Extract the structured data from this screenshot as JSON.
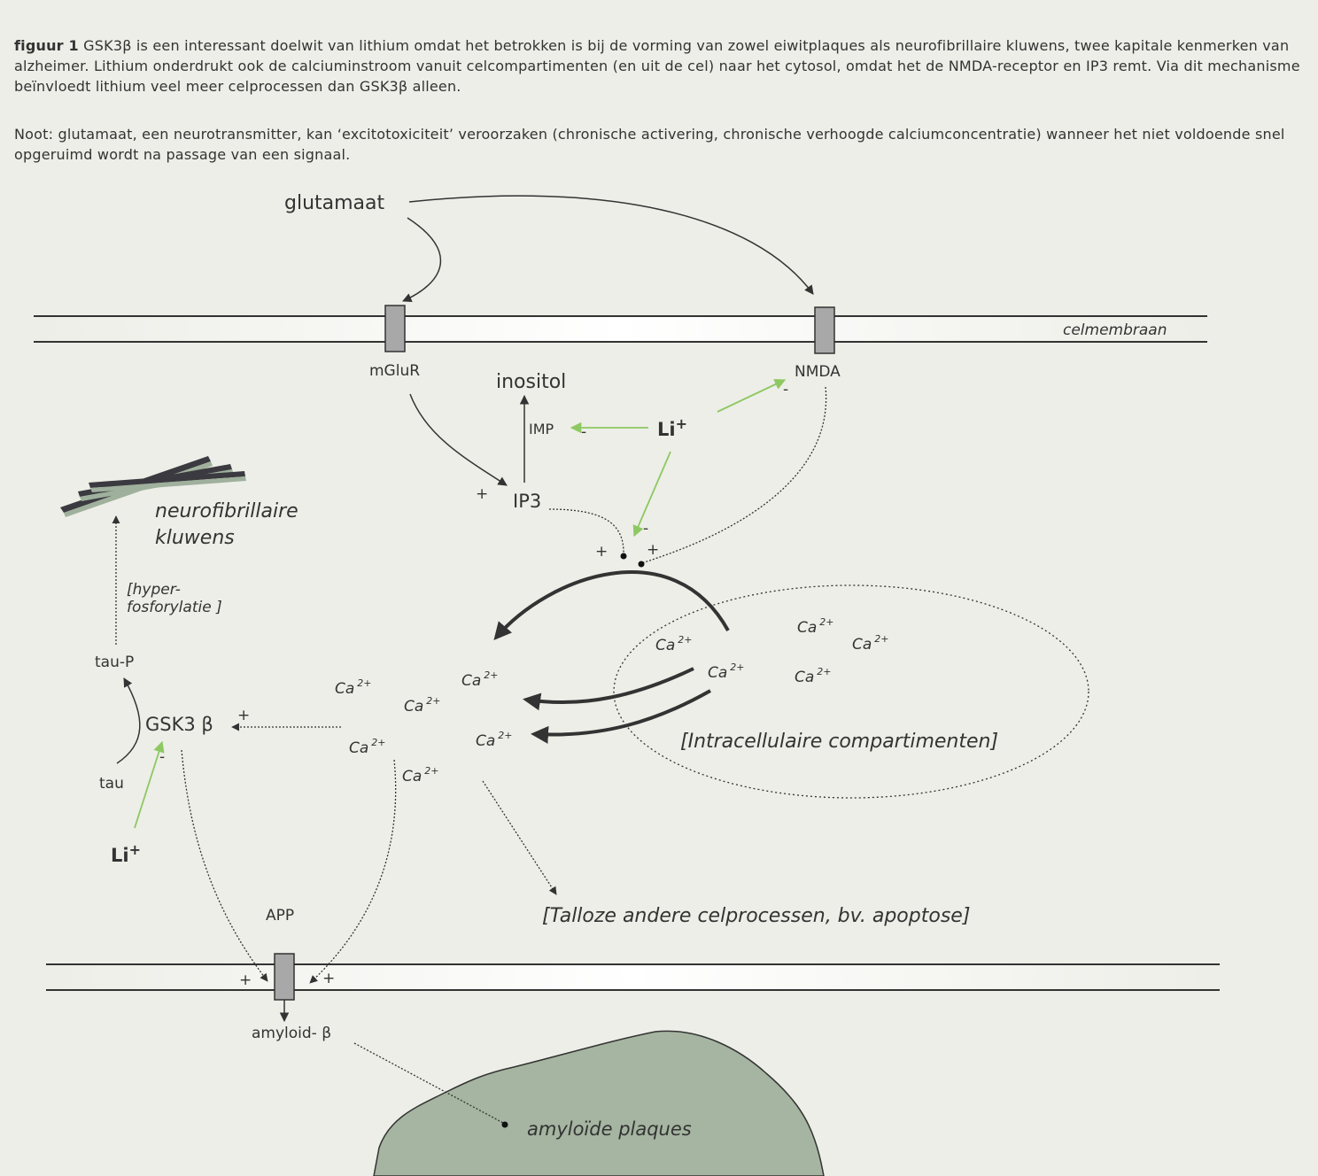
{
  "caption": {
    "label": "figuur 1",
    "text": "GSK3β is een interessant doelwit van lithium omdat het betrokken is bij de vorming van zowel eiwitplaques als neurofibrillaire kluwens, twee kapitale kenmerken van alzheimer. Lithium onderdrukt ook de calciuminstroom vanuit celcompartimenten (en uit de cel) naar het cytosol, omdat het de NMDA-receptor en IP3 remt. Via dit mechanisme beïnvloedt lithium veel meer celprocessen dan GSK3β alleen."
  },
  "note": "Noot: glutamaat, een neurotransmitter, kan ‘excitotoxiciteit’ veroorzaken (chronische activering, chronische verhoogde calciumconcentratie) wanneer het niet voldoende snel opgeruimd wordt na passage van een signaal.",
  "colors": {
    "background": "#edeee7",
    "text": "#333333",
    "green": "#8dc862",
    "receptor": "#a8a8a8",
    "plaque": "#a5b5a1"
  },
  "labels": {
    "glutamaat": "glutamaat",
    "celmembraan": "celmembraan",
    "mglur": "mGluR",
    "nmda": "NMDA",
    "inositol": "inositol",
    "imp": "IMP",
    "li": "Li",
    "li_sup": "+",
    "ip3": "IP3",
    "plus": "+",
    "minus": "-",
    "neurofibrillaire_1": "neurofibrillaire",
    "neurofibrillaire_2": "kluwens",
    "hyper_1": "[hyper-",
    "hyper_2": "fosforylatie  ]",
    "tau_p": "tau-P",
    "gsk3": "GSK3  β",
    "tau": "tau",
    "ca": "Ca",
    "ca_sup": "2+",
    "compartimenten": "[Intracellulaire compartimenten]",
    "talloze": "[Talloze andere celprocessen, bv. apoptose]",
    "app": "APP",
    "amyloid": "amyloid-  β",
    "plaques": "amyloïde plaques"
  }
}
